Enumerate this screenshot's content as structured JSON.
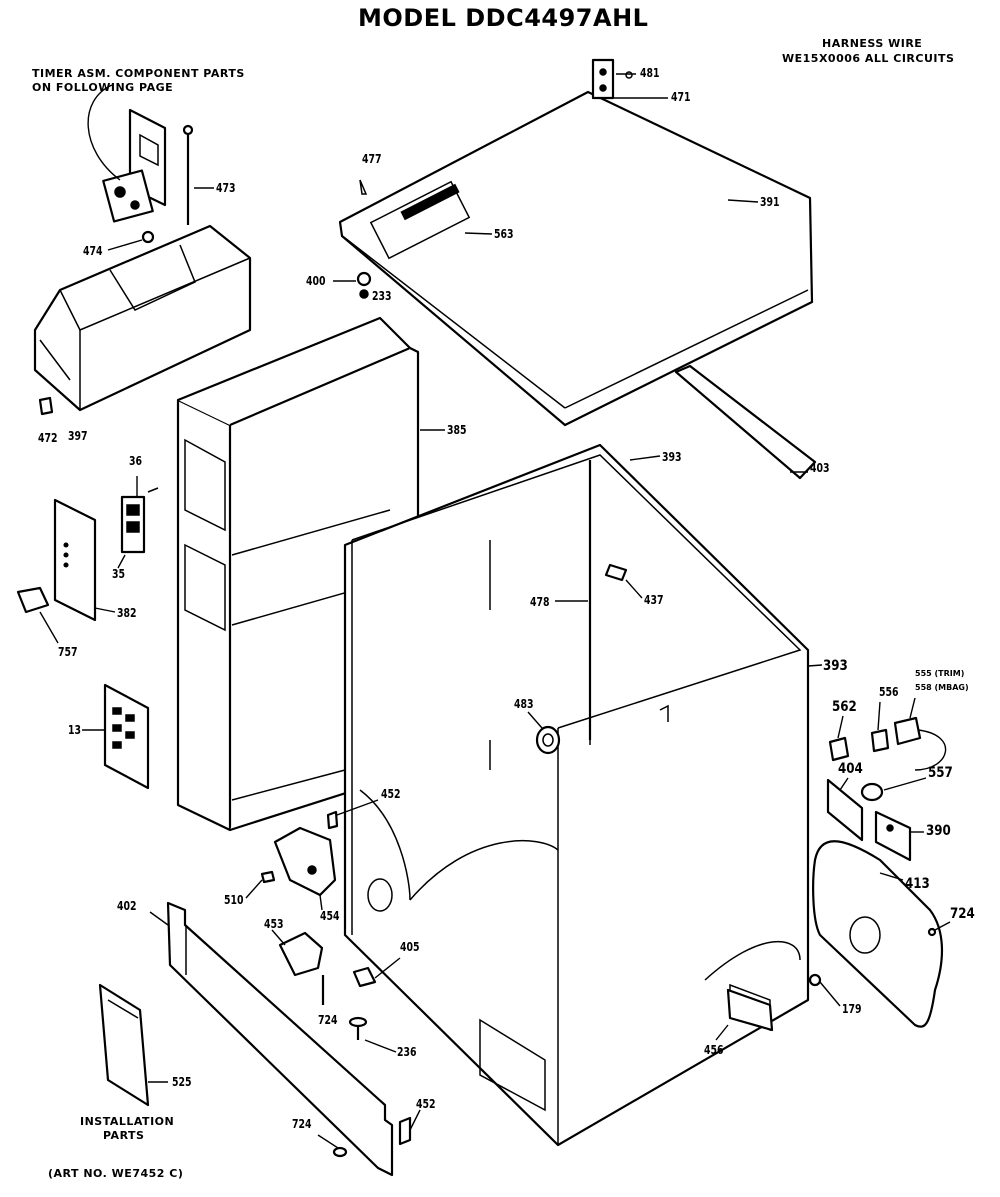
{
  "diagram": {
    "title": "MODEL DDC4497AHL",
    "notes": {
      "timer_line1": "TIMER ASM. COMPONENT PARTS",
      "timer_line2": "ON FOLLOWING PAGE",
      "harness_line1": "HARNESS WIRE",
      "harness_line2": "WE15X0006 ALL CIRCUITS",
      "installation_line1": "INSTALLATION",
      "installation_line2": "PARTS",
      "art_no": "(ART NO. WE7452 C)"
    },
    "part_labels": {
      "p481": "481",
      "p471": "471",
      "p391": "391",
      "p477": "477",
      "p563": "563",
      "p400": "400",
      "p233": "233",
      "p473": "473",
      "p474": "474",
      "p472": "472",
      "p397": "397",
      "p385": "385",
      "p403": "403",
      "p393_top": "393",
      "p36": "36",
      "p35": "35",
      "p382": "382",
      "p757": "757",
      "p478": "478",
      "p437": "437",
      "p393_right": "393",
      "p13": "13",
      "p483": "483",
      "p562": "562",
      "p556": "556",
      "p555": "555 (TRIM)",
      "p558": "558 (MBAG)",
      "p404": "404",
      "p557": "557",
      "p390": "390",
      "p452_mid": "452",
      "p510": "510",
      "p454": "454",
      "p413": "413",
      "p724_right": "724",
      "p402": "402",
      "p453": "453",
      "p405": "405",
      "p724_mid": "724",
      "p179": "179",
      "p236": "236",
      "p456": "456",
      "p525": "525",
      "p452_bottom": "452",
      "p724_bottom": "724"
    }
  }
}
